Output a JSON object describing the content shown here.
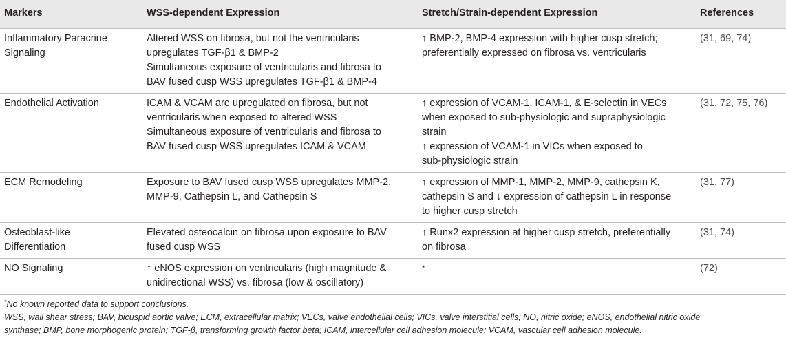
{
  "headers": [
    "Markers",
    "WSS-dependent Expression",
    "Stretch/Strain-dependent Expression",
    "References"
  ],
  "rows": [
    {
      "marker": [
        "Inflammatory Paracrine",
        "Signaling"
      ],
      "wss": [
        "Altered WSS on fibrosa, but not the ventricularis",
        "upregulates TGF-β1 & BMP-2",
        "Simultaneous exposure of ventricularis and fibrosa to",
        "BAV fused cusp WSS upregulates TGF-β1 & BMP-4"
      ],
      "stretch": [
        "↑ BMP-2, BMP-4 expression with higher cusp stretch;",
        "preferentially expressed on fibrosa vs. ventricularis"
      ],
      "refs": "(31, 69, 74)"
    },
    {
      "marker": [
        "Endothelial Activation"
      ],
      "wss": [
        "ICAM & VCAM are upregulated on fibrosa, but not",
        "ventricularis when exposed to altered WSS",
        "Simultaneous exposure of ventricularis and fibrosa to",
        "BAV fused cusp WSS upregulates ICAM & VCAM"
      ],
      "stretch": [
        "↑ expression of VCAM-1, ICAM-1, & E-selectin in VECs",
        "when exposed to sub-physiologic and supraphysiologic",
        "strain",
        "↑ expression of VCAM-1 in VICs when exposed to",
        "sub-physiologic strain"
      ],
      "refs": "(31, 72, 75, 76)"
    },
    {
      "marker": [
        "ECM Remodeling"
      ],
      "wss": [
        "Exposure to BAV fused cusp WSS upregulates MMP-2,",
        "MMP-9, Cathepsin L, and Cathepsin S"
      ],
      "stretch": [
        "↑ expression of MMP-1, MMP-2, MMP-9, cathepsin K,",
        "cathepsin S and ↓ expression of cathepsin L in response",
        "to higher cusp stretch"
      ],
      "refs": "(31, 77)"
    },
    {
      "marker": [
        "Osteoblast-like",
        "Differentiation"
      ],
      "wss": [
        "Elevated osteocalcin on fibrosa upon exposure to BAV",
        "fused cusp WSS"
      ],
      "stretch": [
        "↑ Runx2 expression at higher cusp stretch, preferentially",
        "on fibrosa"
      ],
      "refs": "(31, 74)"
    },
    {
      "marker": [
        "NO Signaling"
      ],
      "wss": [
        "↑ eNOS expression on ventricularis (high magnitude &",
        "unidirectional WSS) vs. fibrosa (low & oscillatory)"
      ],
      "stretch": [
        "*"
      ],
      "refs": "(72)"
    }
  ],
  "footnotes": {
    "asterisk_mark": "*",
    "asterisk_note": "No known reported data to support conclusions.",
    "abbrev_line1": "WSS, wall shear stress; BAV, bicuspid aortic valve; ECM, extracellular matrix; VECs, valve endothelial cells; VICs, valve interstitial cells; NO, nitric oxide; eNOS, endothelial nitric oxide",
    "abbrev_line2": "synthase; BMP, bone morphogenic protein; TGF-β, transforming growth factor beta; ICAM, intercellular cell adhesion molecule; VCAM, vascular cell adhesion molecule."
  }
}
